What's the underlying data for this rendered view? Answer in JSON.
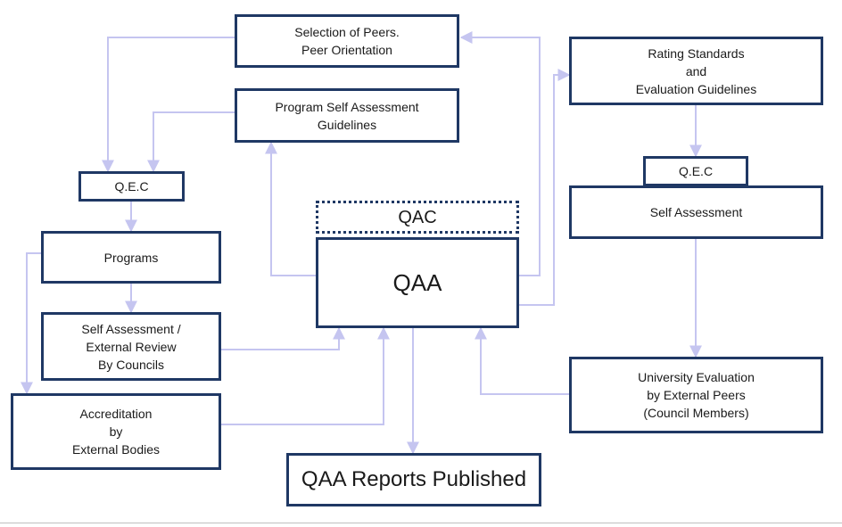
{
  "colors": {
    "box_border": "#1f3864",
    "connector": "#c5c5f0"
  },
  "nodes": {
    "selection_of_peers": "Selection of Peers.\nPeer Orientation",
    "program_self_assessment_guidelines": "Program Self Assessment\nGuidelines",
    "rating_standards": "Rating Standards\nand\nEvaluation Guidelines",
    "qec_left": "Q.E.C",
    "qec_right": "Q.E.C",
    "qac": "QAC",
    "qaa": "QAA",
    "self_assessment": "Self Assessment",
    "programs": "Programs",
    "self_assessment_external_review": "Self Assessment /\nExternal Review\nBy Councils",
    "accreditation": "Accreditation\nby\nExternal Bodies",
    "university_evaluation": "University Evaluation\nby External Peers\n(Council Members)",
    "qaa_reports_published": "QAA Reports Published"
  }
}
